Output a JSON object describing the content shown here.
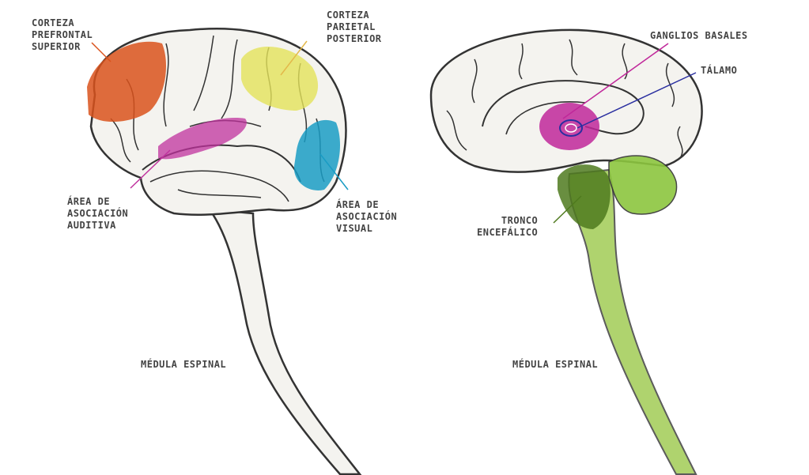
{
  "left_brain": {
    "labels": {
      "prefrontal": [
        "CORTEZA",
        "PREFRONTAL",
        "SUPERIOR"
      ],
      "parietal": [
        "CORTEZA",
        "PARIETAL",
        "POSTERIOR"
      ],
      "auditiva": [
        "ÁREA DE",
        "ASOCIACIÓN",
        "AUDITIVA"
      ],
      "visual": [
        "ÁREA DE",
        "ASOCIACIÓN",
        "VISUAL"
      ],
      "medula": "MÉDULA ESPINAL"
    }
  },
  "right_brain": {
    "labels": {
      "ganglios": "GANGLIOS BASALES",
      "talamo": "TÁLAMO",
      "tronco": [
        "TRONCO",
        "ENCEFÁLICO"
      ],
      "medula": "MÉDULA ESPINAL"
    }
  },
  "colors": {
    "prefrontal": "#d9521c",
    "parietal": "#e3e25a",
    "auditiva": "#c0329e",
    "visual": "#1a9cc4",
    "ganglios": "#c0279a",
    "talamo": "#2a2fa0",
    "tronco": "#4f7a1e",
    "cerebelo": "#8cc63f",
    "outline": "#333333",
    "fill": "#f4f3ef"
  }
}
